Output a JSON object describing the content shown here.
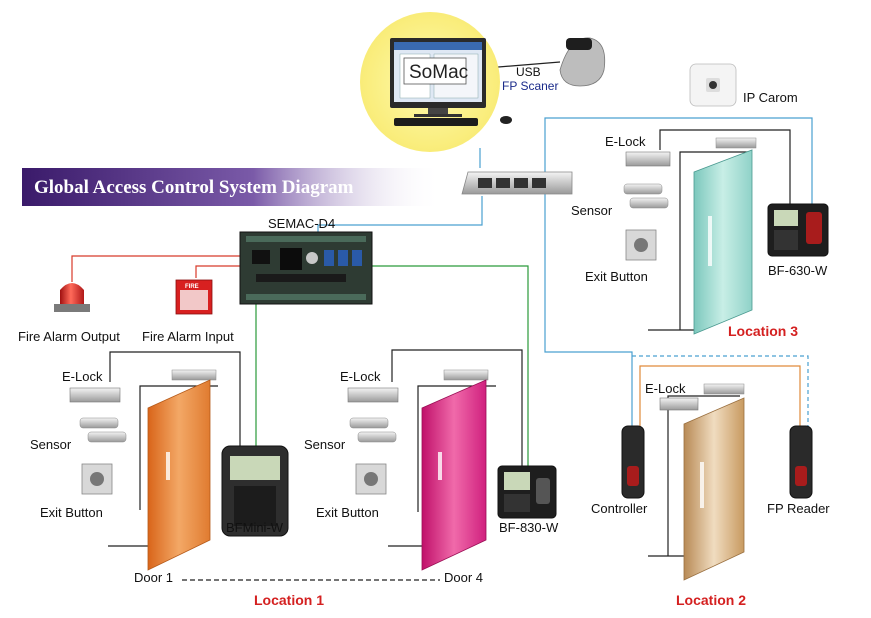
{
  "title": "Global Access Control System Diagram",
  "software": {
    "name": "SoMac"
  },
  "usb": {
    "usb_label": "USB",
    "scanner_label": "FP Scaner"
  },
  "camera": {
    "label": "IP Carom"
  },
  "controller_board": {
    "label": "SEMAC-D4"
  },
  "fire": {
    "output_label": "Fire Alarm Output",
    "input_label": "Fire Alarm Input",
    "sign_text": "FIRE"
  },
  "location1": {
    "label": "Location 1",
    "door1": {
      "elock": "E-Lock",
      "sensor": "Sensor",
      "exit": "Exit Button",
      "reader": "BFMini-W",
      "door": "Door 1"
    },
    "door4": {
      "elock": "E-Lock",
      "sensor": "Sensor",
      "exit": "Exit Button",
      "reader": "BF-830-W",
      "door": "Door 4"
    }
  },
  "location2": {
    "label": "Location 2",
    "elock": "E-Lock",
    "controller": "Controller",
    "reader": "FP Reader"
  },
  "location3": {
    "label": "Location 3",
    "elock": "E-Lock",
    "sensor": "Sensor",
    "exit": "Exit Button",
    "reader": "BF-630-W"
  },
  "colors": {
    "wire_black": "#222222",
    "wire_red": "#d83a2a",
    "wire_green": "#2a9a3a",
    "wire_blue": "#4aa0d0",
    "wire_orange": "#e08a3a",
    "title_bg": "#4a2a7a",
    "location_text": "#d42020",
    "door_orange": "#e37a2a",
    "door_magenta": "#d01c7c",
    "door_glass": "#8fd2c8",
    "door_gold": "#c89a60"
  }
}
